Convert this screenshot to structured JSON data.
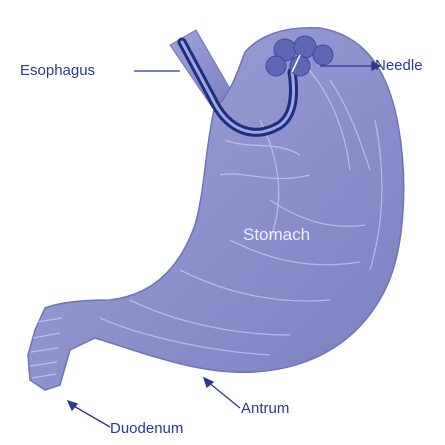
{
  "labels": {
    "esophagus": "Esophagus",
    "needle": "Needle",
    "stomach": "Stomach",
    "antrum": "Antrum",
    "duodenum": "Duodenum"
  },
  "colors": {
    "organ_fill": "#8b90cc",
    "organ_shadow": "#6f74b6",
    "organ_highlight": "#c7caee",
    "scope": "#1f2f7a",
    "scope_inner": "#9aa7e4",
    "label_text": "#2b3a8a",
    "background": "#ffffff"
  }
}
